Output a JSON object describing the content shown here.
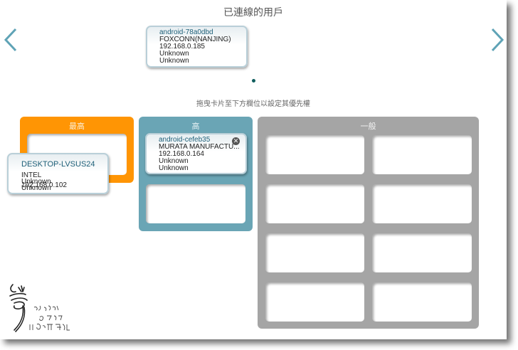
{
  "header": {
    "title": "已連線的用戶",
    "prev_icon": "chevron-left-icon",
    "next_icon": "chevron-right-icon"
  },
  "connected_clients": [
    {
      "name": "android-78a0dbd",
      "vendor": "FOXCONN(NANJING)",
      "ip": "192.168.0.185",
      "line4": "Unknown",
      "line5": "Unknown"
    }
  ],
  "pager": {
    "pages": 1,
    "current": 1
  },
  "hint": "拖曳卡片至下方欄位以設定其優先權",
  "priority_panels": {
    "highest": {
      "label": "最高",
      "color": "#ff9504",
      "slots": 1,
      "cards": []
    },
    "high": {
      "label": "高",
      "color": "#6aa5b5",
      "slots": 2,
      "cards": [
        {
          "name": "android-cefeb35",
          "vendor": "MURATA MANUFACTU...",
          "ip": "192.168.0.164",
          "line4": "Unknown",
          "line5": "Unknown",
          "remove_icon": "close-circle-icon"
        }
      ]
    },
    "normal": {
      "label": "一般",
      "color": "#a5a5a5",
      "slots": 8,
      "cards": []
    }
  },
  "dragging_card": {
    "name": "DESKTOP-LVSUS24",
    "vendor": "INTEL",
    "ip": "192.168.0.102",
    "line4": "Unknown",
    "line5": "Unknown"
  },
  "watermark": {
    "icon": "blog-signature-logo"
  }
}
